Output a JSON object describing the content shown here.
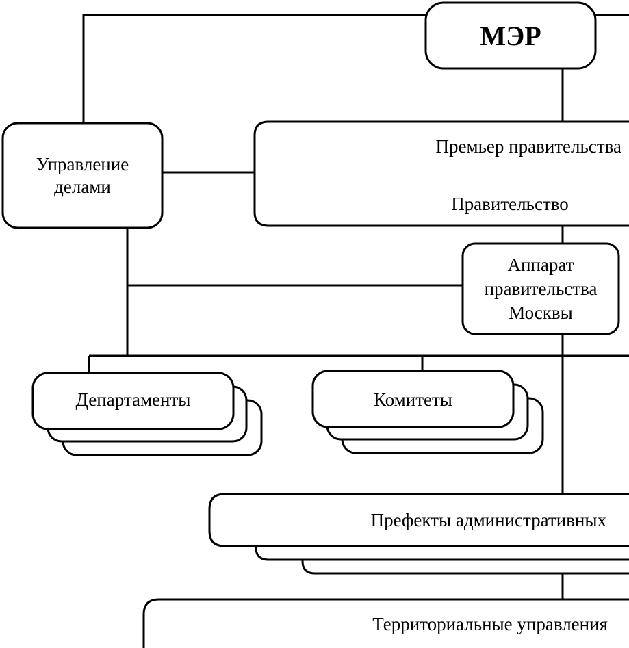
{
  "diagram": {
    "nodes": {
      "mer": "МЭР",
      "upravlenie_delami": "Управление\nделами",
      "premier": "Премьер правительства",
      "pravitelstvo": "Правительство",
      "apparat": "Аппарат\nправительства\nМосквы",
      "departamenty": "Департаменты",
      "komitety": "Комитеты",
      "prefekty": "Префекты административных",
      "territorialnye": "Территориальные управления"
    }
  }
}
